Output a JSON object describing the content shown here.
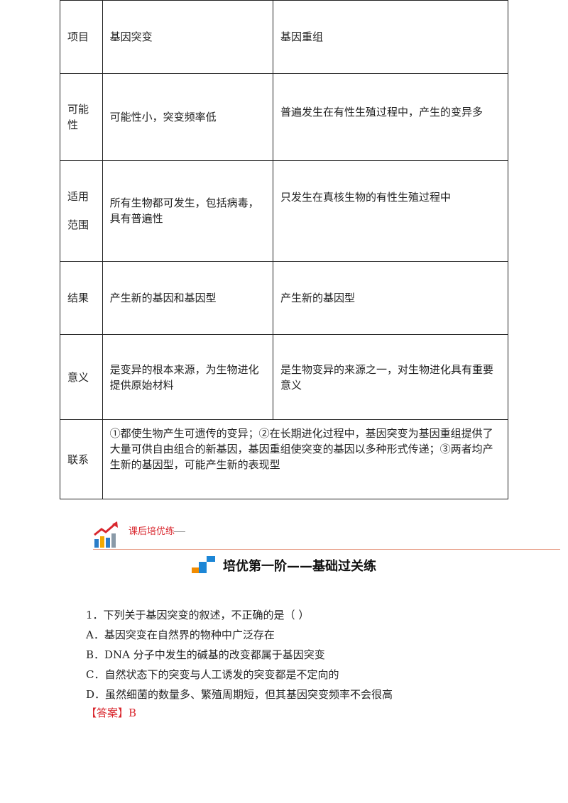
{
  "table": {
    "rows": [
      {
        "label": "项目",
        "mutation": "基因突变",
        "recombination": "基因重组"
      },
      {
        "label": "可能性",
        "mutation": "可能性小，突变频率低",
        "recombination": "普遍发生在有性生殖过程中，产生的变异多"
      },
      {
        "label_line1": "适用",
        "label_line2": "范围",
        "mutation": "所有生物都可发生，包括病毒，具有普遍性",
        "recombination": "只发生在真核生物的有性生殖过程中"
      },
      {
        "label": "结果",
        "mutation": "产生新的基因和基因型",
        "recombination": "产生新的基因型"
      },
      {
        "label": "意义",
        "mutation": "是变异的根本来源，为生物进化提供原始材料",
        "recombination": "是生物变异的来源之一，对生物进化具有重要意义"
      },
      {
        "label": "联系",
        "merged": "①都使生物产生可遗传的变异；②在长期进化过程中，基因突变为基因重组提供了大量可供自由组合的新基因，基因重组使突变的基因以多种形式传递；③两者均产生新的基因型，可能产生新的表现型"
      }
    ]
  },
  "section": {
    "title": "课后培优练",
    "icon": "bar-chart-arrow-icon",
    "accent": "#d9272e"
  },
  "heading": {
    "text": "培优第一阶——基础过关练",
    "icon": "stairs-icon"
  },
  "question": {
    "stem": "1．下列关于基因突变的叙述，不正确的是（              ）",
    "options": [
      "A．基因突变在自然界的物种中广泛存在",
      "B．DNA 分子中发生的碱基的改变都属于基因突变",
      "C．自然状态下的突变与人工诱发的突变都是不定向的",
      "D．虽然细菌的数量多、繁殖周期短，但其基因突变频率不会很高"
    ],
    "answer": "【答案】B"
  }
}
